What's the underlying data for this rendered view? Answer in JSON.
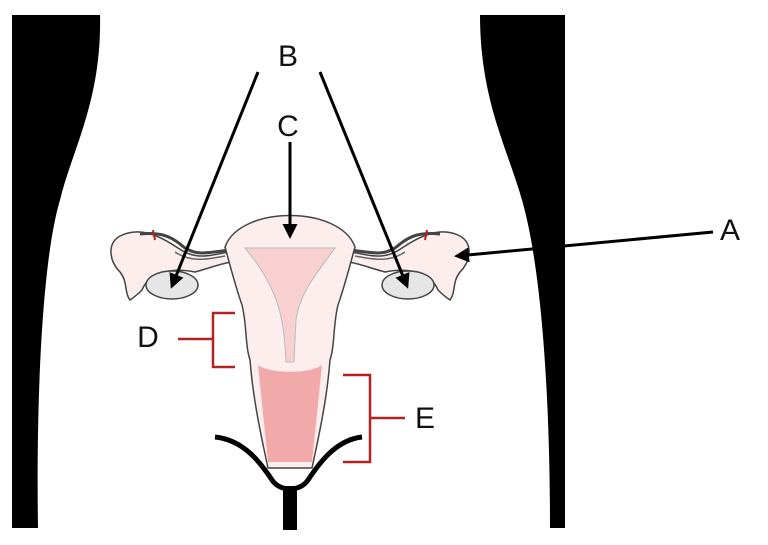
{
  "diagram": {
    "labels": {
      "a": "A",
      "b": "B",
      "c": "C",
      "d": "D",
      "e": "E"
    },
    "colors": {
      "silhouette": "#000000",
      "tissue": "#fdeeee",
      "cavity": "#f8d0d0",
      "canal": "#f2a9a9",
      "ovary": "#e6e6e6",
      "bracket": "#b22222"
    }
  }
}
